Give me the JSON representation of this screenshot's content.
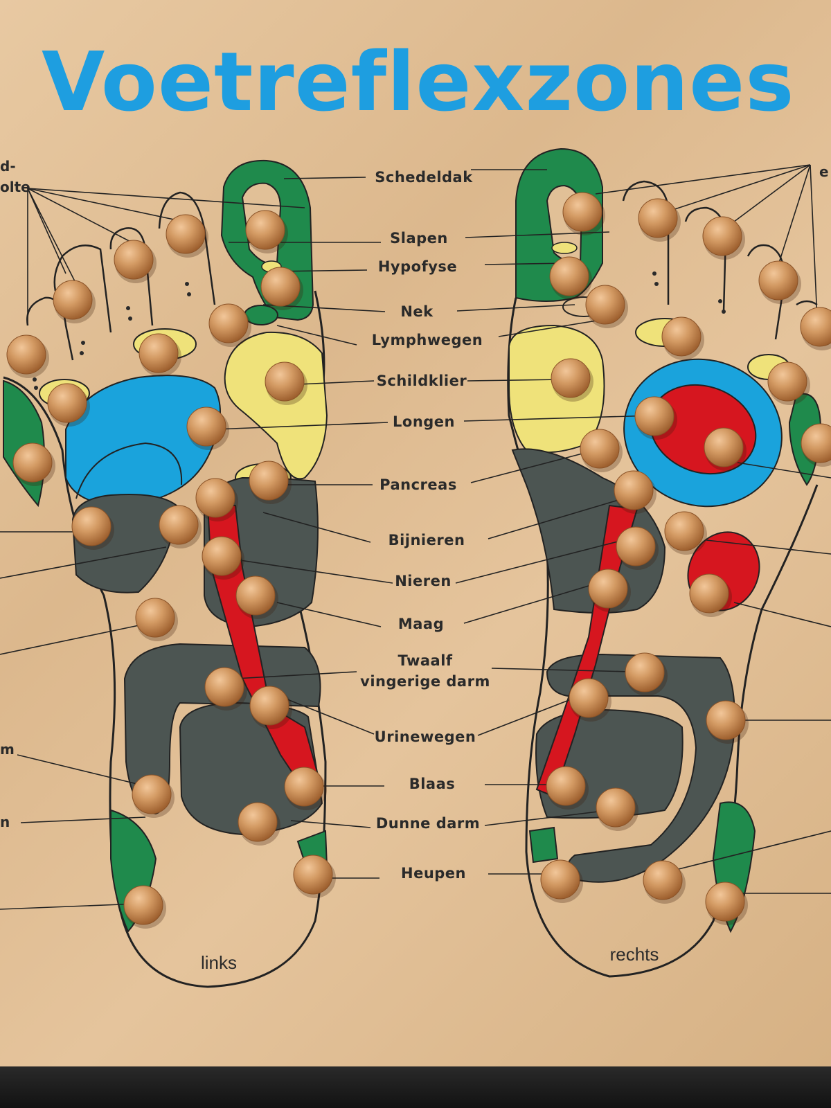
{
  "title": "Voetreflexzones",
  "feet": {
    "left_label": "links",
    "right_label": "rechts"
  },
  "zones": [
    "Schedeldak",
    "Slapen",
    "Hypofyse",
    "Nek",
    "Lymphwegen",
    "Schildklier",
    "Longen",
    "Pancreas",
    "Bijnieren",
    "Nieren",
    "Maag",
    "Twaalf",
    "vingerige darm",
    "Urinewegen",
    "Blaas",
    "Dunne darm",
    "Heupen"
  ],
  "partial_labels": {
    "top_left_line1": "d-",
    "top_left_line2": "olte",
    "top_right": "e",
    "left_m": "m",
    "left_n": "n"
  },
  "colors": {
    "title": "#1e9ee0",
    "green": "#1f8a4c",
    "yellow": "#efe27a",
    "blue": "#1aa3dc",
    "red": "#d6161f",
    "grey": "#4c5552",
    "wood": "#e3c29a",
    "peg": "#c8834c"
  }
}
